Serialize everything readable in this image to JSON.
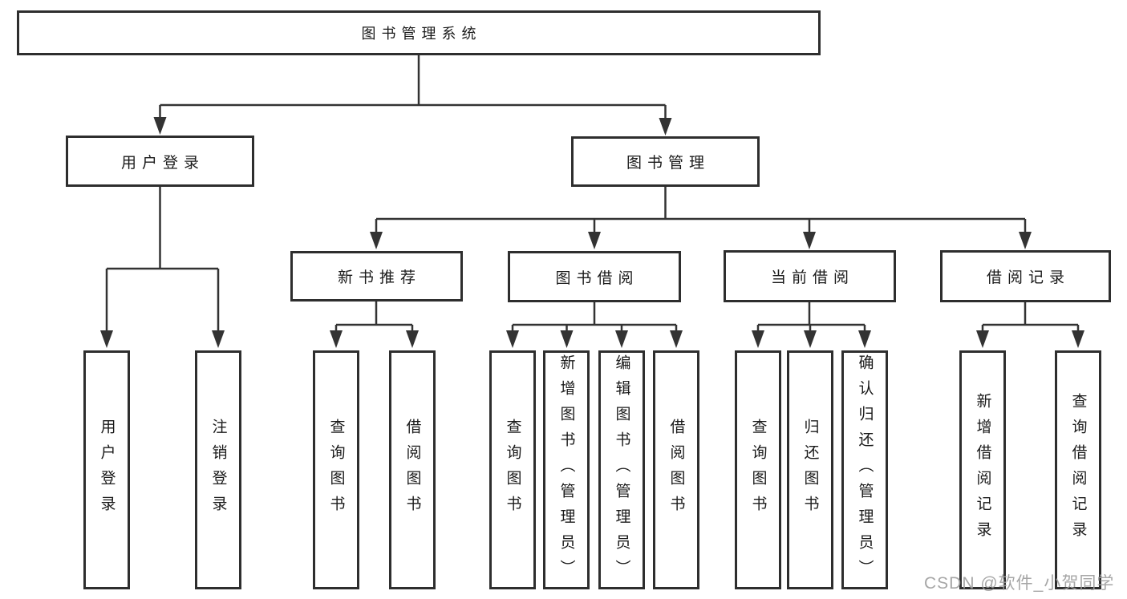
{
  "diagram": {
    "root": "图书管理系统",
    "login": {
      "label": "用户登录",
      "leaves": [
        "用户登录",
        "注销登录"
      ]
    },
    "mgmt": {
      "label": "图书管理",
      "groups": [
        {
          "label": "新书推荐",
          "leaves": [
            "查询图书",
            "借阅图书"
          ]
        },
        {
          "label": "图书借阅",
          "leaves": [
            "查询图书",
            "新增图书（管理员）",
            "编辑图书（管理员）",
            "借阅图书"
          ]
        },
        {
          "label": "当前借阅",
          "leaves": [
            "查询图书",
            "归还图书",
            "确认归还（管理员）"
          ]
        },
        {
          "label": "借阅记录",
          "leaves": [
            "新增借阅记录",
            "查询借阅记录"
          ]
        }
      ]
    }
  },
  "colors": {
    "line": "#333333",
    "box_border": "#2e2e2e",
    "text": "#1a1a1a",
    "watermark": "#9e9e9e",
    "background": "#ffffff"
  },
  "watermark": "CSDN @软件_小贺同学"
}
